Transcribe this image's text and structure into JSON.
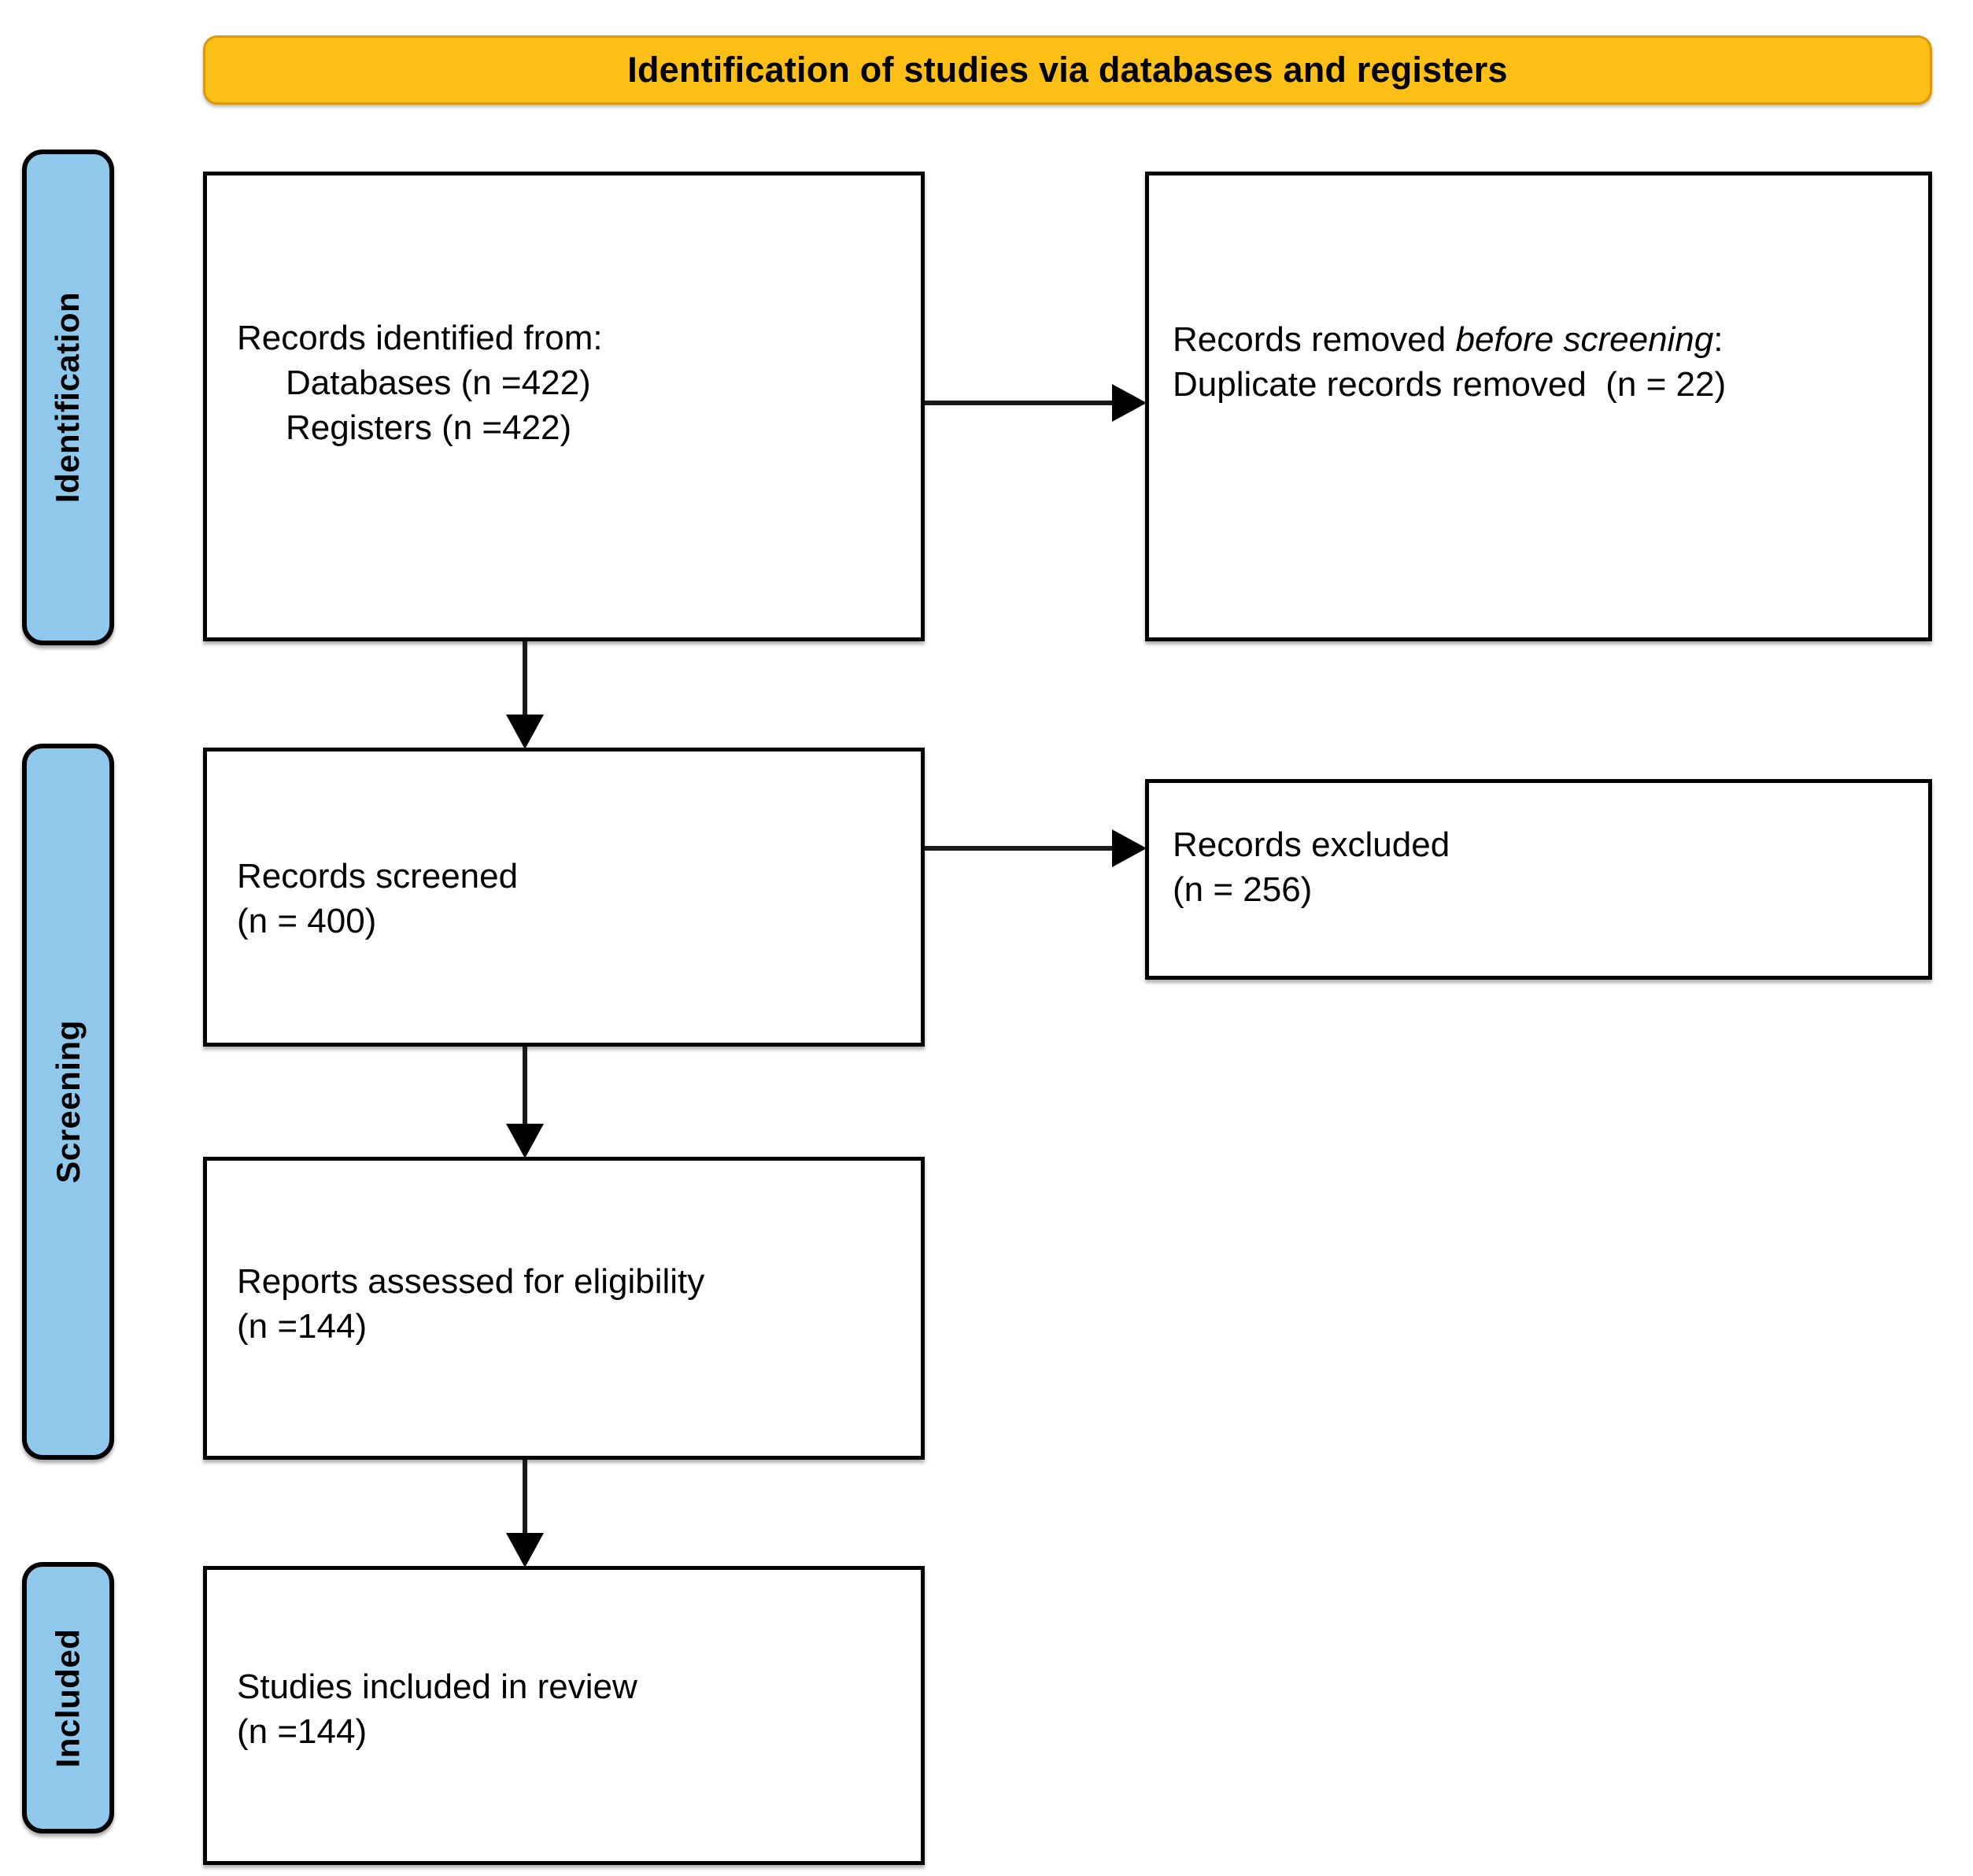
{
  "header": {
    "title": "Identification of studies via databases and registers",
    "background_color": "#FBBF15",
    "border_color": "#D89A06"
  },
  "stages": [
    {
      "id": "identification",
      "label": "Identification",
      "color": "#8FC8EA"
    },
    {
      "id": "screening",
      "label": "Screening",
      "color": "#8FC8EA"
    },
    {
      "id": "included",
      "label": "Included",
      "color": "#8FC8EA"
    }
  ],
  "boxes": {
    "identified": {
      "line1": "Records identified from:",
      "line2": "Databases (n =422)",
      "line3": "Registers (n =422)"
    },
    "removed": {
      "line1_prefix": "Records removed ",
      "line1_italic": "before screening",
      "line1_suffix": ":",
      "line2": "Duplicate records removed  (n = 22)"
    },
    "screened": {
      "line1": "Records screened",
      "line2": "(n = 400)"
    },
    "excluded": {
      "line1": "Records excluded",
      "line2": "(n = 256)"
    },
    "eligibility": {
      "line1": "Reports assessed for eligibility",
      "line2": "(n =144)"
    },
    "included": {
      "line1": "Studies included in review",
      "line2": "(n =144)"
    }
  },
  "chart_data": {
    "type": "diagram",
    "title": "Identification of studies via databases and registers",
    "diagram_kind": "PRISMA 2020 flow diagram",
    "nodes": [
      {
        "id": "identified",
        "stage": "Identification",
        "label": "Records identified from: Databases (n =422); Registers (n =422)",
        "n_databases": 422,
        "n_registers": 422
      },
      {
        "id": "removed",
        "stage": "Identification",
        "label": "Records removed before screening: Duplicate records removed (n = 22)",
        "n": 22
      },
      {
        "id": "screened",
        "stage": "Screening",
        "label": "Records screened (n = 400)",
        "n": 400
      },
      {
        "id": "excluded",
        "stage": "Screening",
        "label": "Records excluded (n = 256)",
        "n": 256
      },
      {
        "id": "eligibility",
        "stage": "Screening",
        "label": "Reports assessed for eligibility (n =144)",
        "n": 144
      },
      {
        "id": "included",
        "stage": "Included",
        "label": "Studies included in review (n =144)",
        "n": 144
      }
    ],
    "edges": [
      {
        "from": "identified",
        "to": "removed",
        "direction": "right"
      },
      {
        "from": "identified",
        "to": "screened",
        "direction": "down"
      },
      {
        "from": "screened",
        "to": "excluded",
        "direction": "right"
      },
      {
        "from": "screened",
        "to": "eligibility",
        "direction": "down"
      },
      {
        "from": "eligibility",
        "to": "included",
        "direction": "down"
      }
    ]
  }
}
